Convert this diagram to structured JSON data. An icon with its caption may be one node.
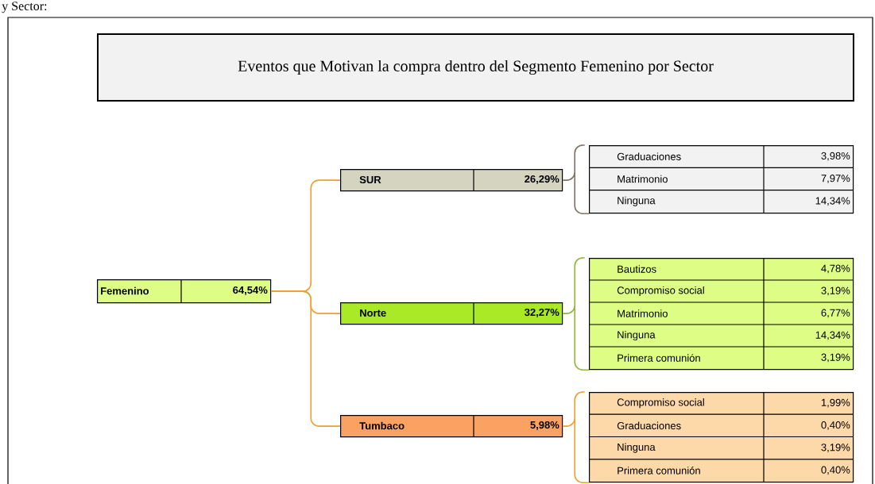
{
  "diagram": {
    "title": "Eventos que Motivan la compra dentro del Segmento Femenino por Sector",
    "nodes": [
      {
        "text": [
          "Femenino",
          "64,54%"
        ]
      },
      {
        "text": [
          "SUR",
          "26,29%"
        ]
      },
      {
        "text": [
          "Norte",
          "32,27%"
        ]
      },
      {
        "text": [
          "Tumbaco",
          "5,98%"
        ]
      },
      {
        "text": [
          "Graduaciones",
          "3,98%",
          "Matrimonio",
          "7,97%",
          "Ninguna",
          "14,34%"
        ]
      },
      {
        "text": [
          "Bautizos",
          "4,78%",
          "Compromiso social",
          "3,19%",
          "Matrimonio",
          "6,77%",
          "Ninguna",
          "14,34%",
          "Primera comunión",
          "3,19%"
        ]
      },
      {
        "text": [
          "Compromiso social",
          "1,99%",
          "Graduaciones",
          "0,40%",
          "Ninguna",
          "3,19%",
          "Primera comunión",
          "0,40%"
        ]
      }
    ],
    "edges": [
      {
        "from": 0,
        "to": 1,
        "arrow": "none"
      },
      {
        "from": 0,
        "to": 2,
        "arrow": "none"
      },
      {
        "from": 0,
        "to": 3,
        "arrow": "none"
      },
      {
        "from": 1,
        "to": 4,
        "arrow": "none",
        "color": "#7f7463"
      },
      {
        "from": 2,
        "to": 5,
        "arrow": "none",
        "color": "#8db83a"
      },
      {
        "from": 3,
        "to": 6,
        "arrow": "none"
      }
    ],
    "labels": [
      "y Sector:"
    ]
  }
}
